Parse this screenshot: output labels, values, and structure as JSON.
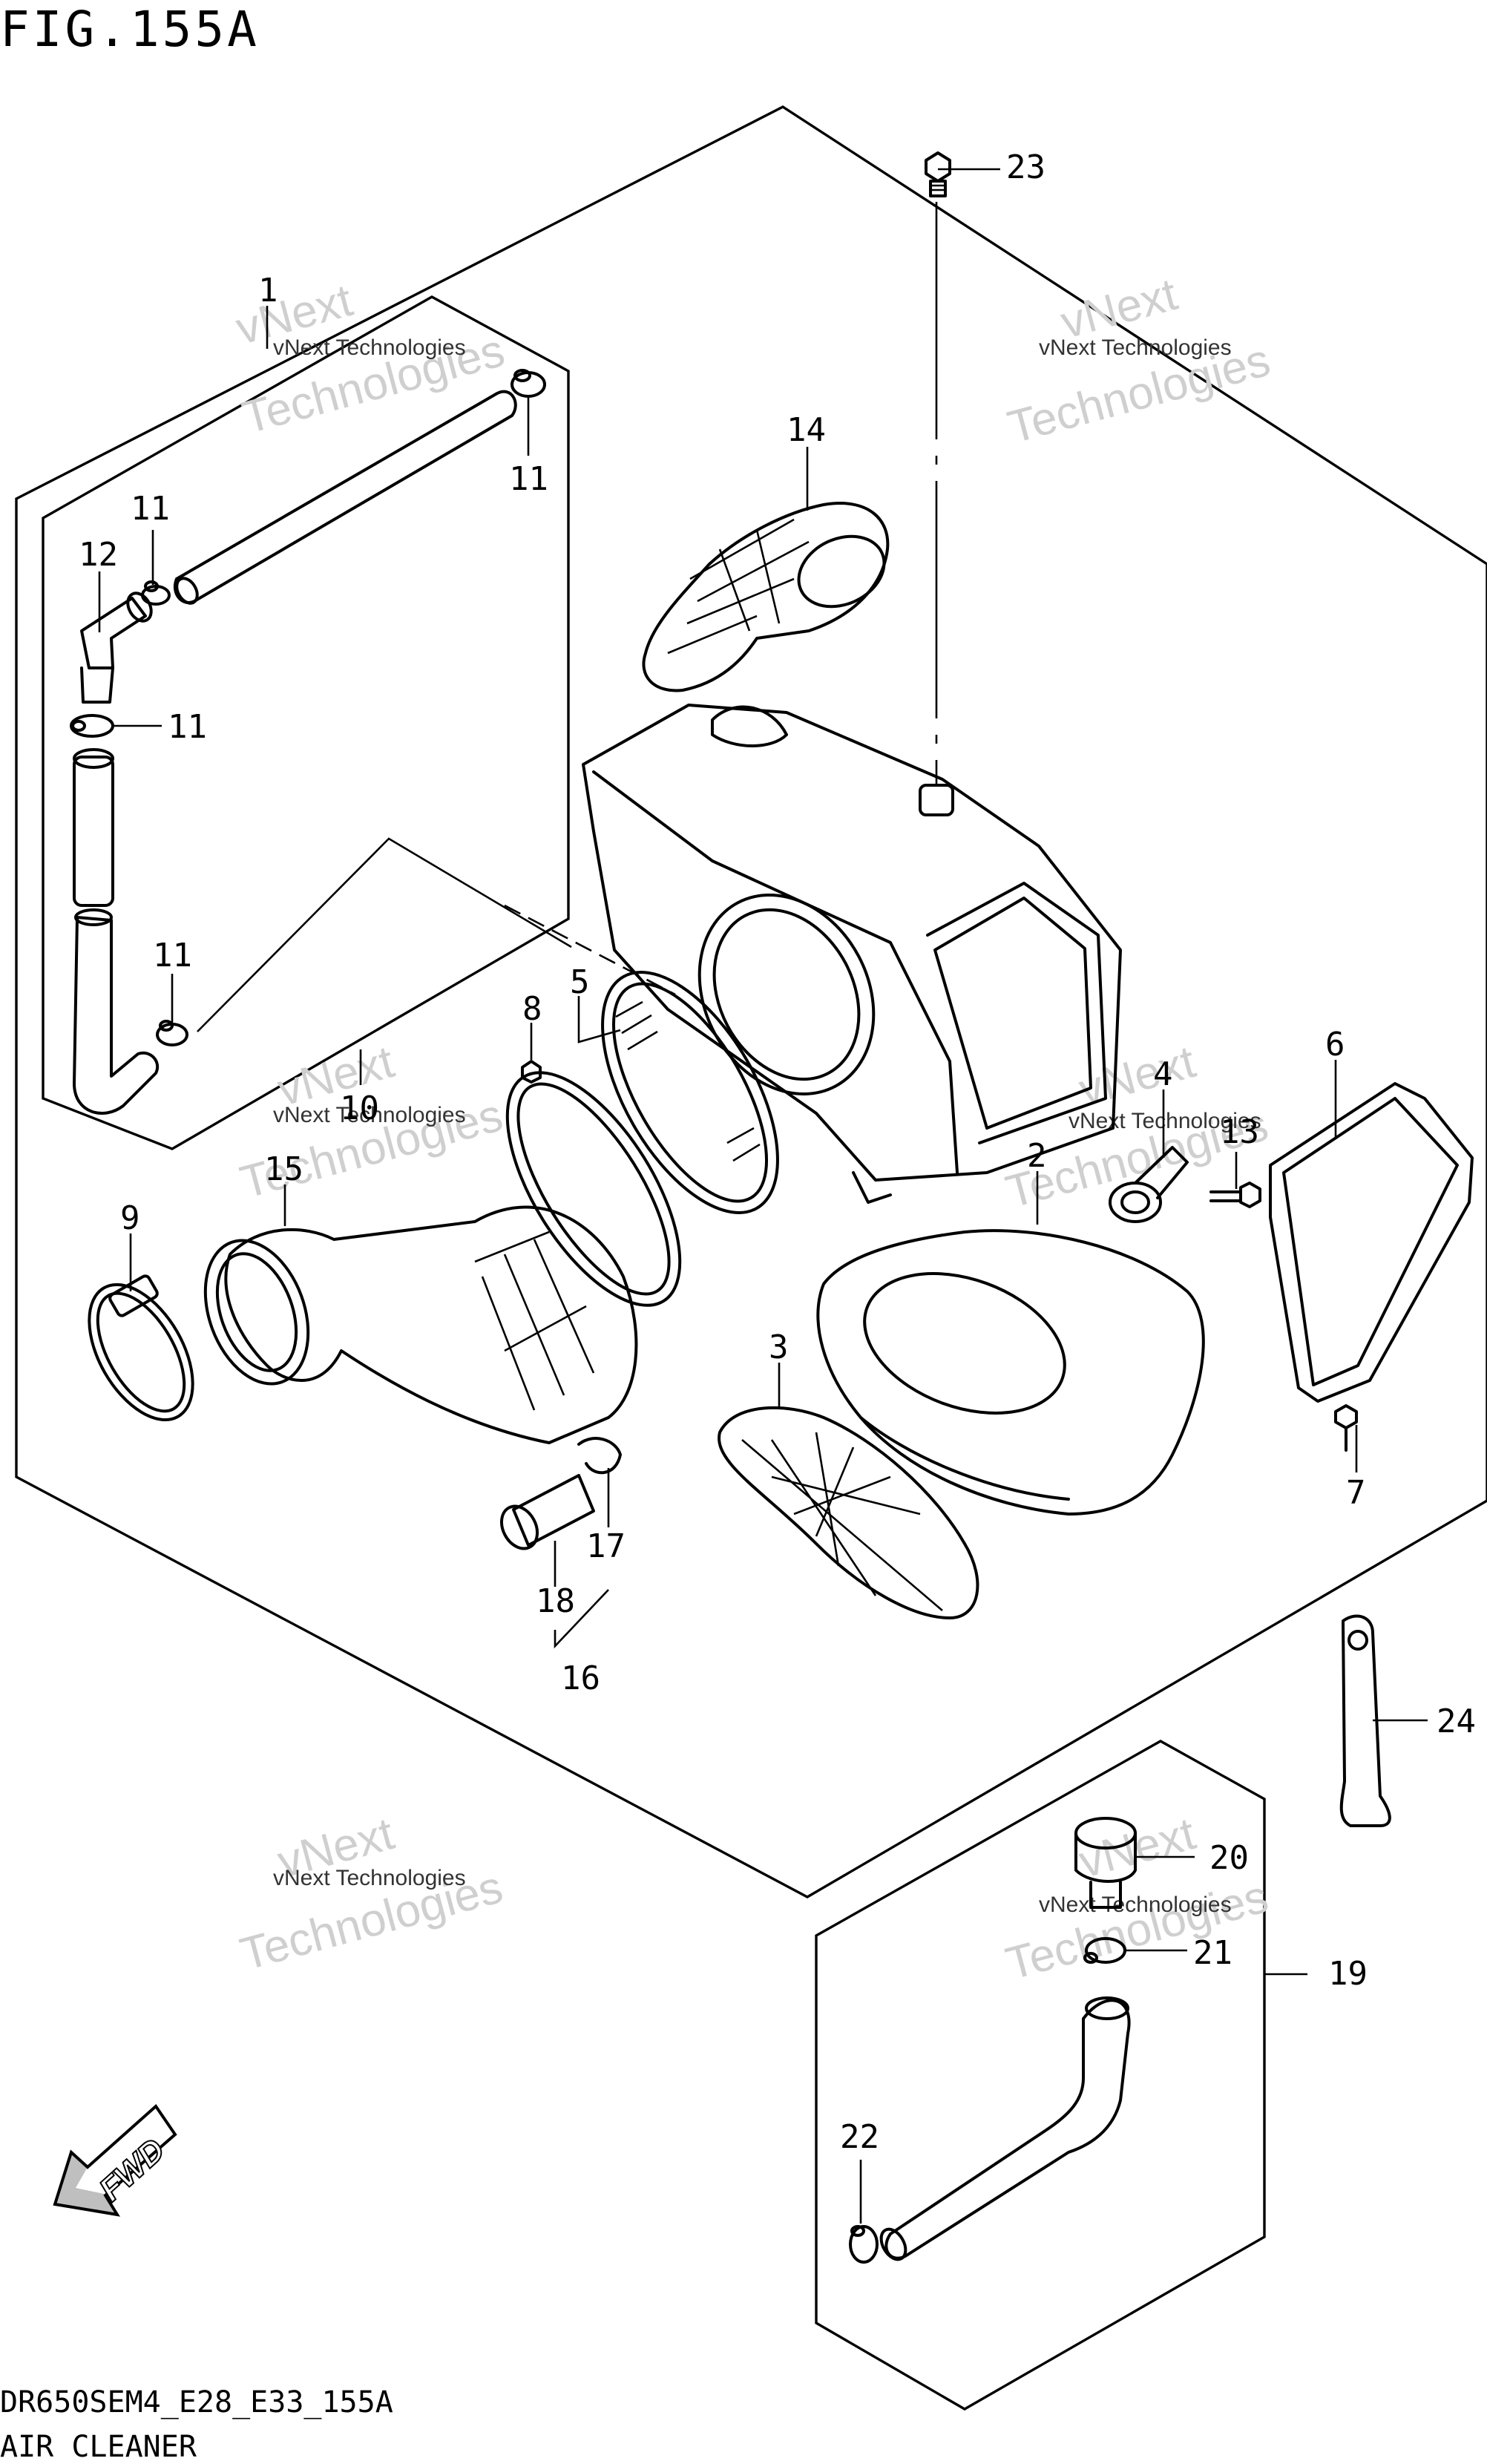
{
  "figure_title": "FIG.155A",
  "model_code": "DR650SEM4_E28_E33_155A",
  "section_name": "AIR CLEANER",
  "direction_label": "FWD",
  "watermark": {
    "line1": "vNext",
    "line2": "Technologies",
    "small": "vNext Technologies"
  },
  "callouts": {
    "c1": "1",
    "c2": "2",
    "c3": "3",
    "c4": "4",
    "c5": "5",
    "c6": "6",
    "c7": "7",
    "c8": "8",
    "c9": "9",
    "c10": "10",
    "c11a": "11",
    "c11b": "11",
    "c11c": "11",
    "c11d": "11",
    "c12": "12",
    "c13": "13",
    "c14": "14",
    "c15": "15",
    "c16": "16",
    "c17": "17",
    "c18": "18",
    "c19": "19",
    "c20": "20",
    "c21": "21",
    "c22": "22",
    "c23": "23",
    "c24": "24"
  }
}
